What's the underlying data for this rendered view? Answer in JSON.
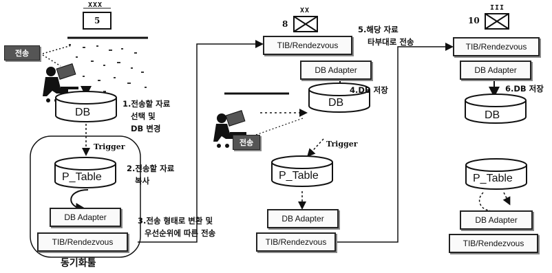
{
  "left_unit": {
    "tag": "XXX",
    "number": "5",
    "send_badge": "전송",
    "step1": [
      "1.전송할 자료",
      "선택 및",
      "DB 변경"
    ],
    "db": "DB",
    "trigger": "Trigger",
    "p_table": "P_Table",
    "step2": [
      "2.전송할 자료",
      "복사"
    ],
    "adapter": "DB Adapter",
    "rendezvous": "TIB/Rendezvous",
    "module": "동기화툴",
    "step3": [
      "3.전송 형태로 변환 및",
      "우선순위에 따른 전송"
    ]
  },
  "middle_unit": {
    "number": "8",
    "tag": "XX",
    "rendezvous_top": "TIB/Rendezvous",
    "adapter_top": "DB Adapter",
    "step4": "4.DB 저장",
    "db": "DB",
    "send_badge": "전송",
    "trigger": "Trigger",
    "p_table": "P_Table",
    "adapter_bottom": "DB Adapter",
    "rendezvous_bottom": "TIB/Rendezvous",
    "step5": [
      "5.해당 자료",
      "타부대로 전송"
    ]
  },
  "right_unit": {
    "number": "10",
    "tag": "III",
    "rendezvous_top": "TIB/Rendezvous",
    "adapter_top": "DB Adapter",
    "step6": "6.DB 저장",
    "db": "DB",
    "p_table": "P_Table",
    "adapter_bottom": "DB Adapter",
    "rendezvous_bottom": "TIB/Rendezvous"
  }
}
